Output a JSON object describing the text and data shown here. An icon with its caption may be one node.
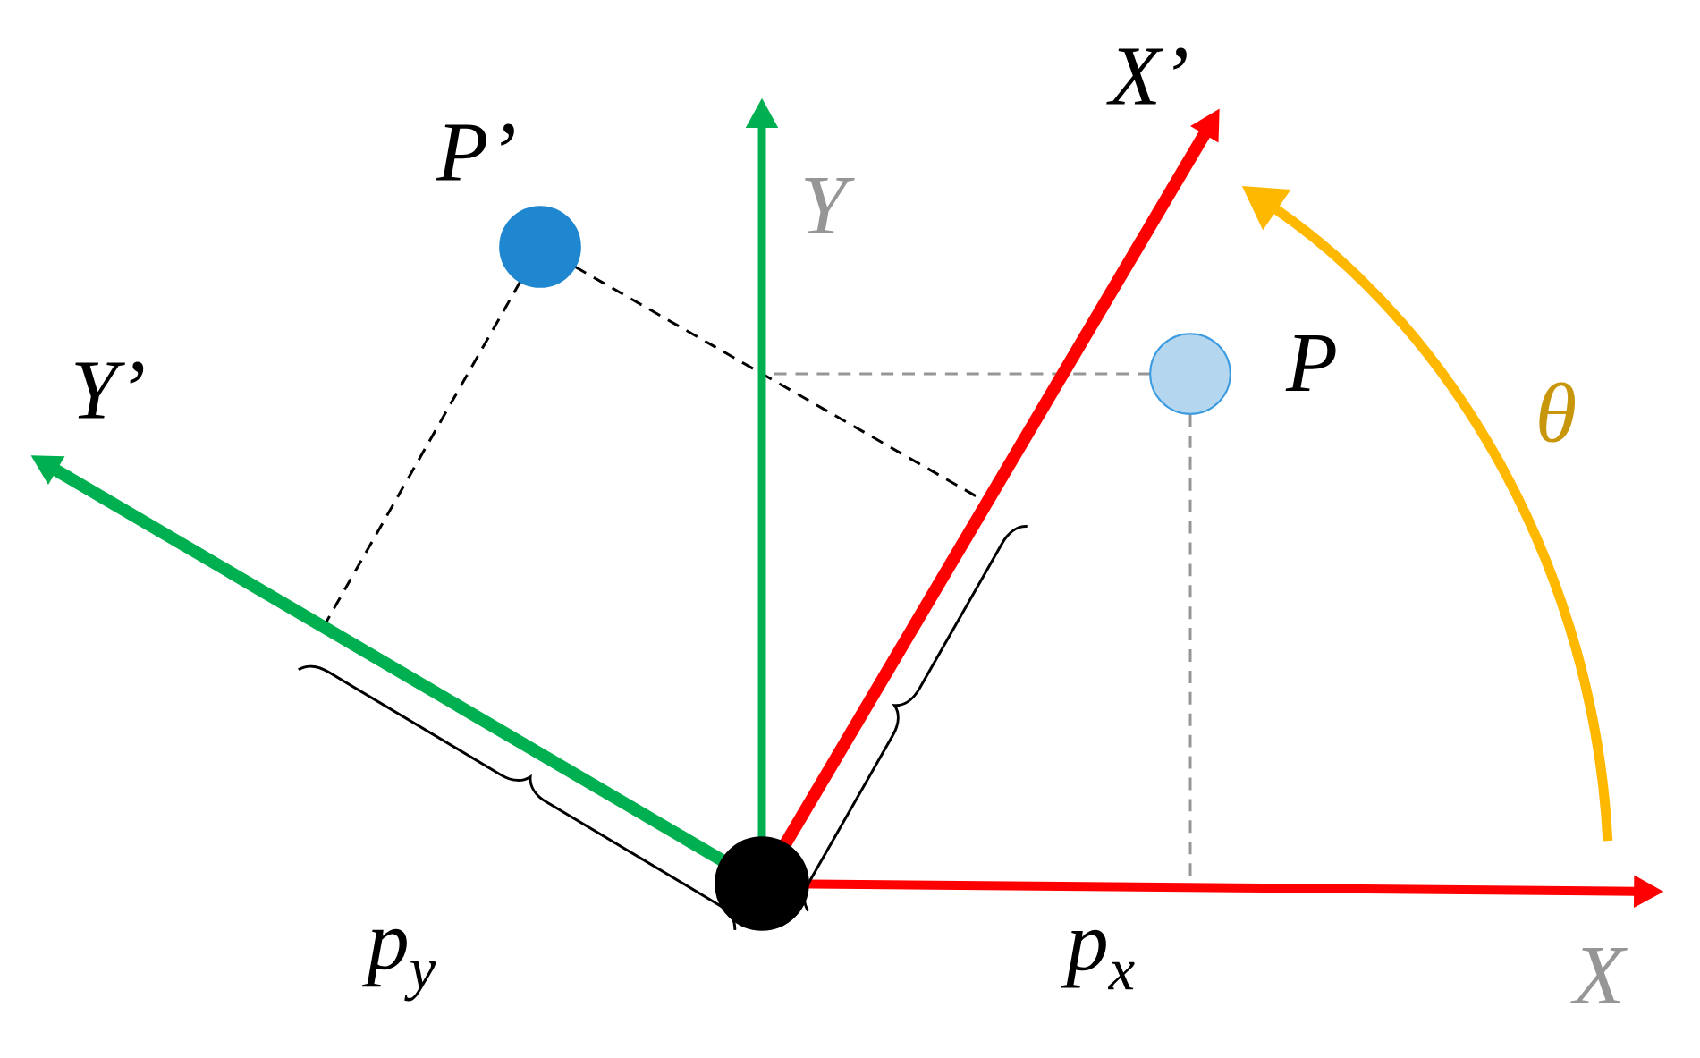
{
  "diagram": {
    "nodes": [
      {
        "text": [],
        "shape": "circle",
        "beside": [
          "P’"
        ]
      },
      {
        "text": [],
        "shape": "circle",
        "beside": [
          "P"
        ]
      },
      {
        "text": [],
        "shape": "circle"
      }
    ],
    "labels": [
      "X’",
      "Y",
      "Y’",
      "θ",
      "p$_{y}$",
      "p$_{x}$",
      "X"
    ]
  }
}
